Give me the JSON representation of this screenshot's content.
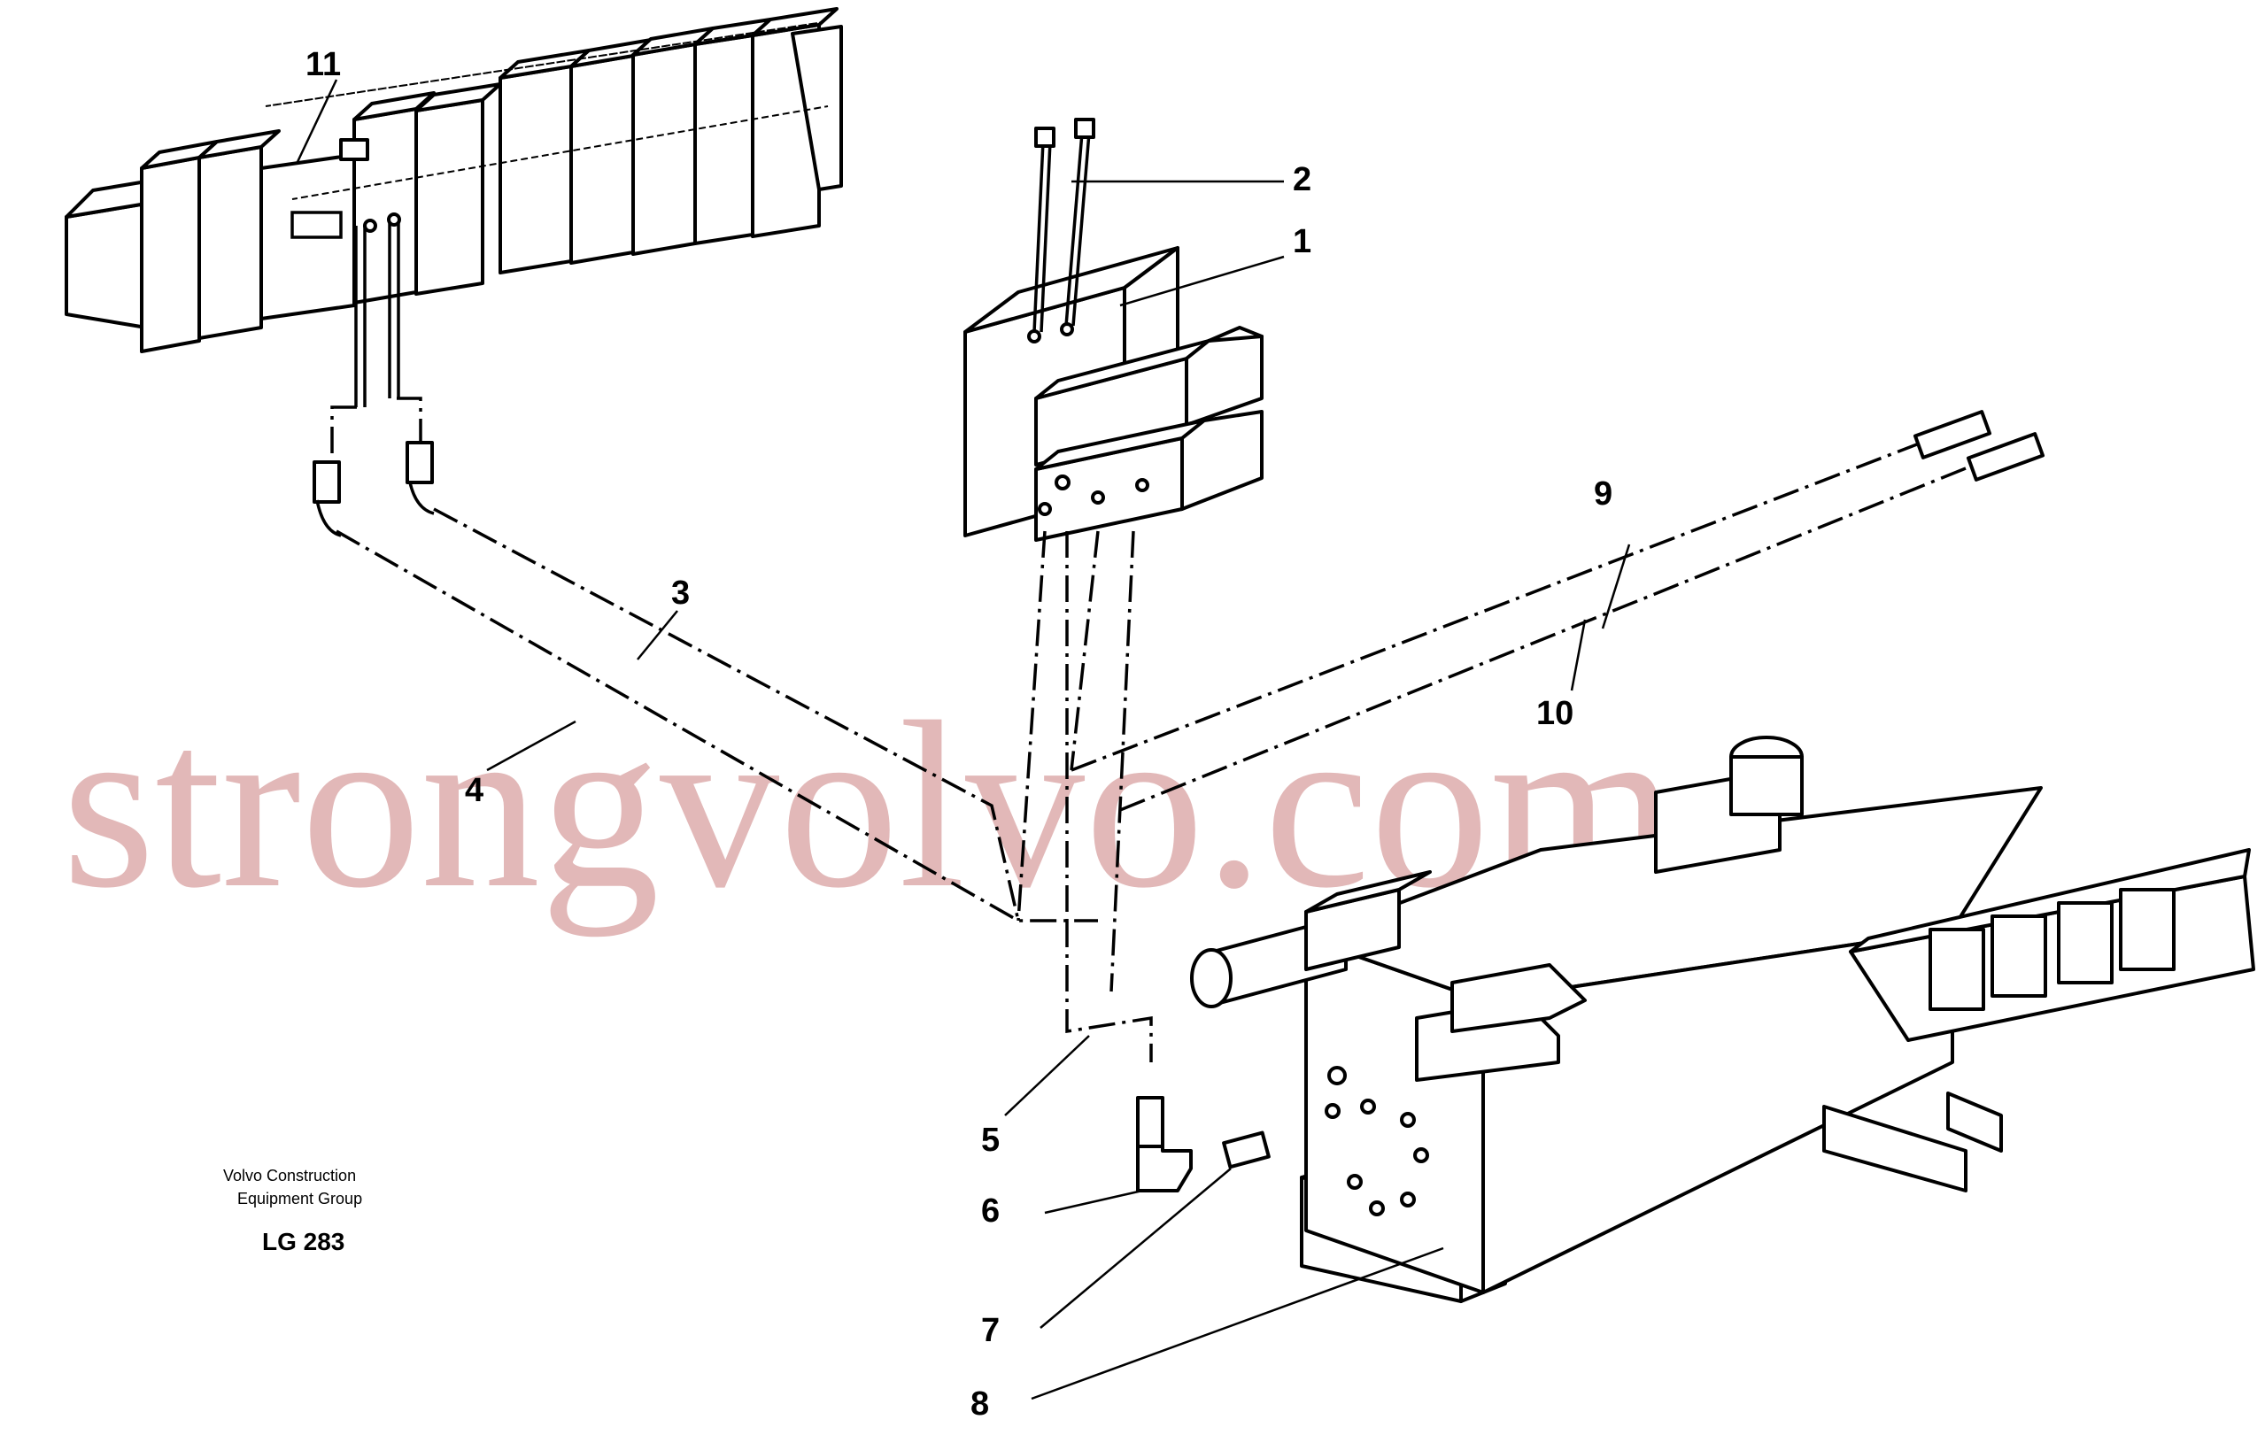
{
  "callouts": {
    "c1": "1",
    "c2": "2",
    "c3": "3",
    "c4": "4",
    "c5": "5",
    "c6": "6",
    "c7": "7",
    "c8": "8",
    "c9": "9",
    "c10": "10",
    "c11": "11"
  },
  "credit": {
    "line1": "Volvo Construction",
    "line2": "Equipment Group",
    "figure_code": "LG 283"
  },
  "watermark": "strongvolvo.com"
}
